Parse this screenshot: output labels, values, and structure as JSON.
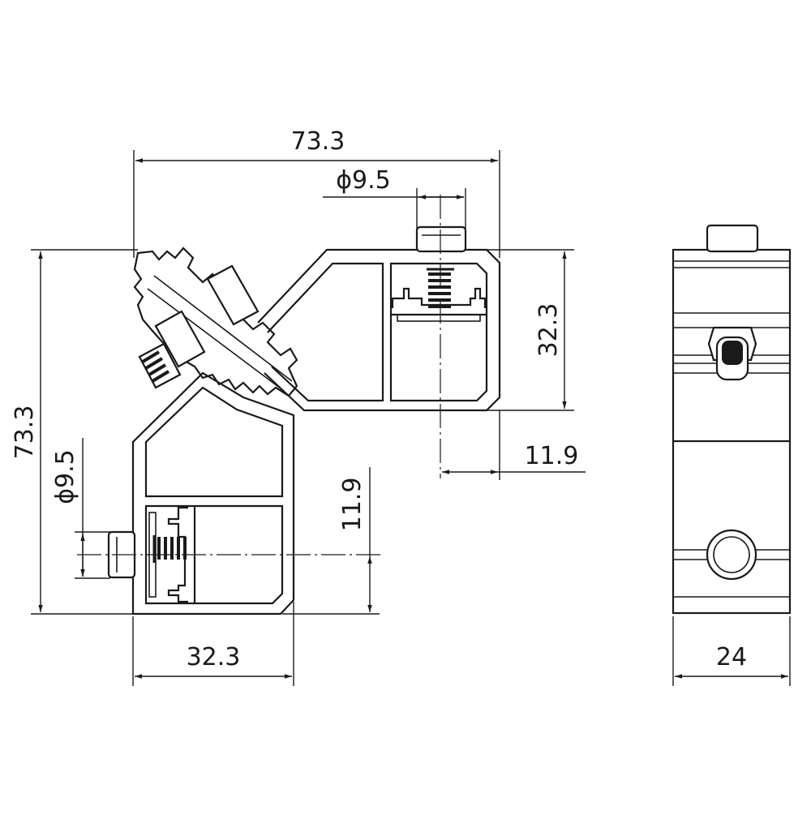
{
  "dimensions": {
    "overall_width": "73.3",
    "overall_height": "73.3",
    "hole_diameter_top": "ϕ9.5",
    "hole_diameter_left": "ϕ9.5",
    "profile_height_right": "32.3",
    "profile_width_bottom": "32.3",
    "offset_right": "11.9",
    "offset_vertical": "11.9",
    "side_view_width": "24"
  },
  "colors": {
    "line": "#1a1a1a",
    "background": "#ffffff"
  }
}
